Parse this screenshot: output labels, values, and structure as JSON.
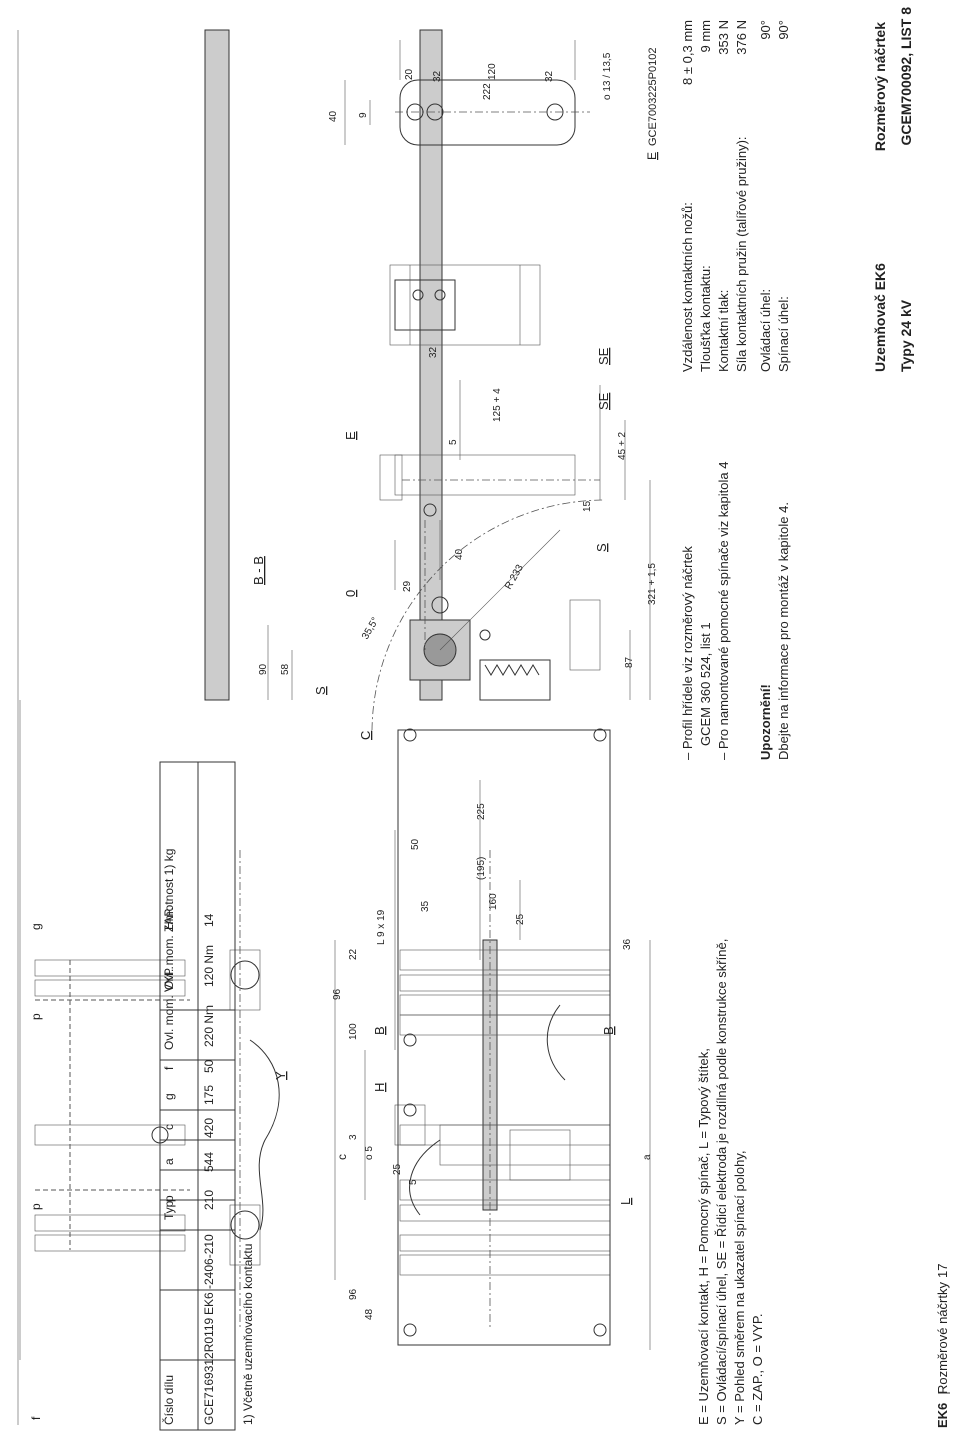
{
  "footer": {
    "section": "EK6",
    "title": "Rozměrové náčrtky",
    "page": "17"
  },
  "legend": {
    "line1": "E = Uzemňovací kontakt, H = Pomocný spínač, L = Typový štítek,",
    "line2": "S = Ovládací/spínací úhel, SE = Řídicí elektroda je rozdílná podle konstrukce skříně,",
    "line3": "Y = Pohled směrem na ukazatel spínací polohy,",
    "line4": "C = ZAP., O = VYP."
  },
  "table": {
    "headers": [
      "Číslo dílu",
      "Typ",
      "p",
      "a",
      "c",
      "g",
      "f",
      "Ovl. mom. VYP.",
      "Ovl. mom. ZAP.",
      "Hmotnost 1) kg"
    ],
    "rows": [
      [
        "GCE7169312R0119",
        "EK6 -2406-210",
        "210",
        "544",
        "420",
        "175",
        "50",
        "220 Nm",
        "120 Nm",
        "14"
      ]
    ],
    "footnote": "1) Včetně uzemňovacího kontaktu"
  },
  "notes": {
    "n1a": "– Profil hřídele viz rozměrový náčrtek",
    "n1b": "GCEM 360 524, list 1",
    "n2": "– Pro namontované pomocné spínače viz kapitola 4",
    "warn_title": "Upozornění!",
    "warn_text": "Dbejte na informace pro montáž v kapitole 4."
  },
  "specs": [
    {
      "label": "Vzdálenost kontaktních nožů:",
      "value": "8 ± 0,3 mm"
    },
    {
      "label": "Tloušťka kontaktu:",
      "value": "9 mm"
    },
    {
      "label": "Kontaktní tlak:",
      "value": "353 N"
    },
    {
      "label": "Síla kontaktních pružin (talířové pružiny):",
      "value": "376 N"
    },
    {
      "label": "Ovládací úhel:",
      "value": "90°"
    },
    {
      "label": "Spínací úhel:",
      "value": "90°"
    }
  ],
  "titleblock": {
    "product": "Uzemňovač EK6",
    "sheet": "Rozměrový náčrtek",
    "type": "Typy 24 kV",
    "code": "GCEM700092, LIST 8"
  },
  "drawing_ref": "GCE7003225P0102",
  "e_label": "E",
  "labels": {
    "top_letters": [
      "f",
      "p",
      "c",
      "p",
      "p",
      "g"
    ],
    "dims_left": [
      "96",
      "48",
      "o 5",
      "25",
      "3",
      "100",
      "96",
      "22",
      "L 9 x 19",
      "35",
      "50",
      "5",
      "H",
      "Y",
      "B",
      "B",
      "L",
      "a",
      "36",
      "160",
      "(195)",
      "225",
      "25"
    ],
    "section_title": "B - B",
    "section_dims": [
      "90",
      "58",
      "S",
      "C",
      "35,5°",
      "0",
      "29",
      "40",
      "R 233",
      "S",
      "87",
      "321 + 1,5",
      "15",
      "E",
      "5",
      "125 + 4",
      "45 + 2",
      "SE",
      "SE",
      "32"
    ],
    "detail_dims": [
      "222",
      "20",
      "32",
      "120",
      "32",
      "40",
      "9",
      "o 13 / 13,5"
    ]
  }
}
